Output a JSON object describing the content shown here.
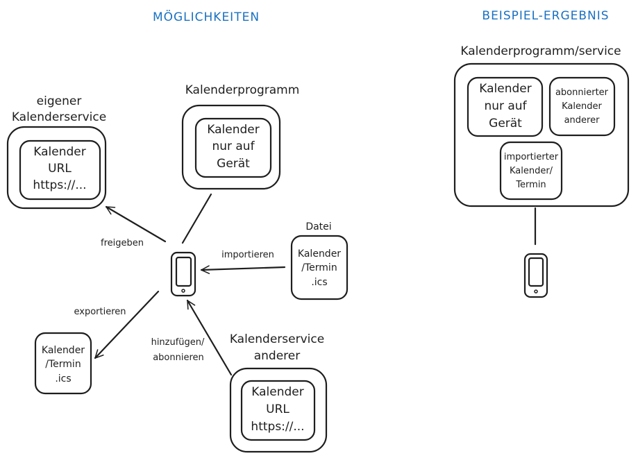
{
  "sections": {
    "left_title": "MÖGLICHKEITEN",
    "right_title": "BEISPIEL-ERGEBNIS"
  },
  "own_service": {
    "heading": [
      "eigener",
      "Kalenderservice"
    ],
    "inner": [
      "Kalender",
      "URL",
      "https://..."
    ]
  },
  "calendar_program": {
    "heading": "Kalenderprogramm",
    "inner": [
      "Kalender",
      "nur auf",
      "Gerät"
    ]
  },
  "arrows": {
    "share": "freigeben",
    "import": "importieren",
    "export": "exportieren",
    "subscribe": [
      "hinzufügen/",
      "abonnieren"
    ]
  },
  "file": {
    "heading": "Datei",
    "inner": [
      "Kalender",
      "/Termin",
      ".ics"
    ]
  },
  "export_file": {
    "inner": [
      "Kalender",
      "/Termin",
      ".ics"
    ]
  },
  "other_service": {
    "heading": [
      "Kalenderservice",
      "anderer"
    ],
    "inner": [
      "Kalender",
      "URL",
      "https://..."
    ]
  },
  "result": {
    "heading": "Kalenderprogramm/service",
    "local_calendar": [
      "Kalender",
      "nur auf",
      "Gerät"
    ],
    "subscribed_calendar": [
      "abonnierter",
      "Kalender",
      "anderer"
    ],
    "imported_calendar": [
      "importierter",
      "Kalender/",
      "Termin"
    ]
  }
}
